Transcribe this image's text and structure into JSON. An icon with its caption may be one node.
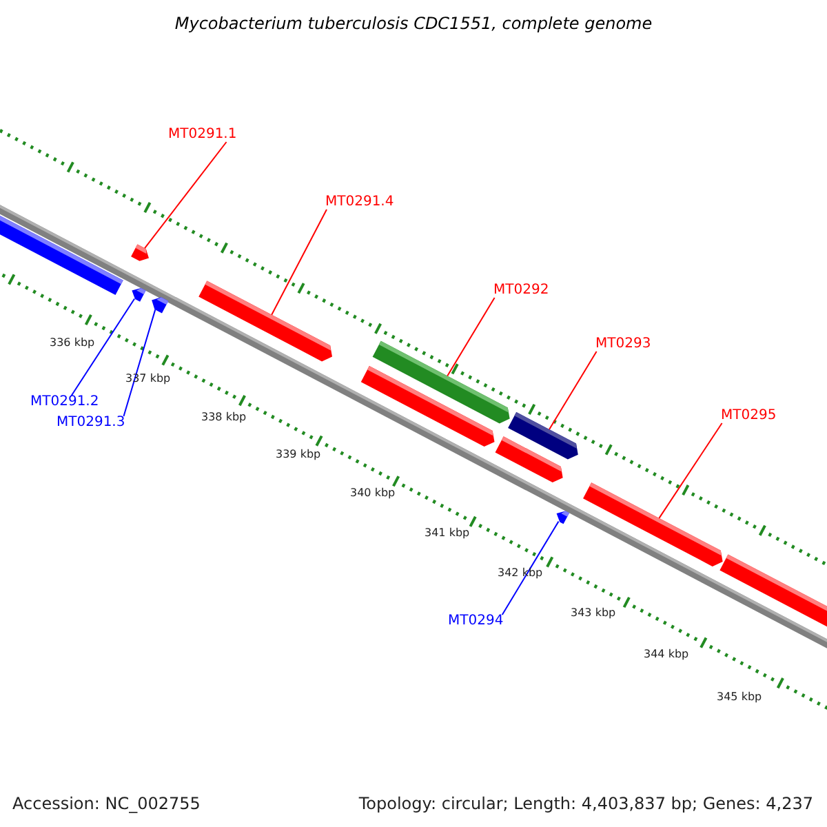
{
  "diagram": {
    "title": "Mycobacterium tuberculosis CDC1551, complete genome",
    "nodes": [
      {
        "text": [
          "MT0291.1"
        ]
      },
      {
        "text": [],
        "shape": "bar"
      },
      {
        "text": [
          "MT0291.4"
        ]
      },
      {
        "text": [],
        "shape": "bar"
      },
      {
        "text": [
          "MT0292"
        ]
      },
      {
        "text": [],
        "shape": "bar"
      },
      {
        "text": [
          "MT0293"
        ]
      },
      {
        "text": [],
        "shape": "bar"
      },
      {
        "text": [
          "MT0295"
        ]
      },
      {
        "text": [],
        "shape": "bar"
      },
      {
        "text": [
          "MT0291.2"
        ]
      },
      {
        "text": [],
        "shape": "bar"
      },
      {
        "text": [
          "MT0291.3"
        ]
      },
      {
        "text": [],
        "shape": "bar"
      },
      {
        "text": [
          "MT0294"
        ]
      },
      {
        "text": [],
        "shape": "bar"
      }
    ],
    "edges": [
      {
        "from": 0,
        "to": 1,
        "arrow": "none"
      },
      {
        "from": 2,
        "to": 3,
        "arrow": "none"
      },
      {
        "from": 4,
        "to": 5,
        "arrow": "none"
      },
      {
        "from": 6,
        "to": 7,
        "arrow": "none"
      },
      {
        "from": 8,
        "to": 9,
        "arrow": "none"
      },
      {
        "from": 10,
        "to": 11,
        "arrow": "none",
        "color": "#0000ff"
      },
      {
        "from": 12,
        "to": 13,
        "arrow": "none",
        "color": "#0000ff"
      },
      {
        "from": 14,
        "to": 15,
        "arrow": "none",
        "color": "#0000ff"
      }
    ],
    "labels": [
      "336 kbp",
      "337 kbp",
      "338 kbp",
      "339 kbp",
      "340 kbp",
      "341 kbp",
      "342 kbp",
      "343 kbp",
      "344 kbp",
      "345 kbp",
      "Accession: NC_002755",
      "Topology: circular; Length: 4,403,837 bp; Genes: 4,237"
    ]
  }
}
